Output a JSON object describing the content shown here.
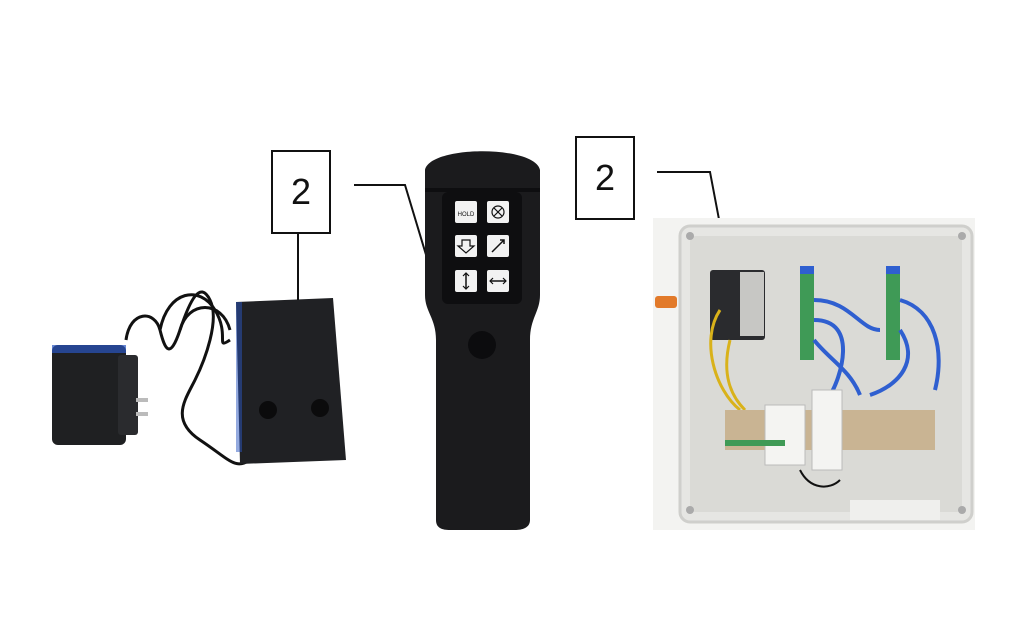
{
  "callouts": [
    {
      "label": "2"
    },
    {
      "label": "2"
    }
  ],
  "remote": {
    "buttons": [
      {
        "icon": "hold-button-icon",
        "text": "HOLD"
      },
      {
        "icon": "lamp-icon",
        "text": ""
      },
      {
        "icon": "arrow-down-icon",
        "text": ""
      },
      {
        "icon": "diagonal-arrow-icon",
        "text": ""
      },
      {
        "icon": "vertical-double-arrow-icon",
        "text": ""
      },
      {
        "icon": "horizontal-double-arrow-icon",
        "text": ""
      }
    ]
  },
  "colors": {
    "device_body": "#1c1c1e",
    "panel_bg": "#e8e8e6",
    "wire_blue": "#2f5fd0",
    "wire_yellow": "#d9b21a",
    "terminal_green": "#3f9a56"
  }
}
